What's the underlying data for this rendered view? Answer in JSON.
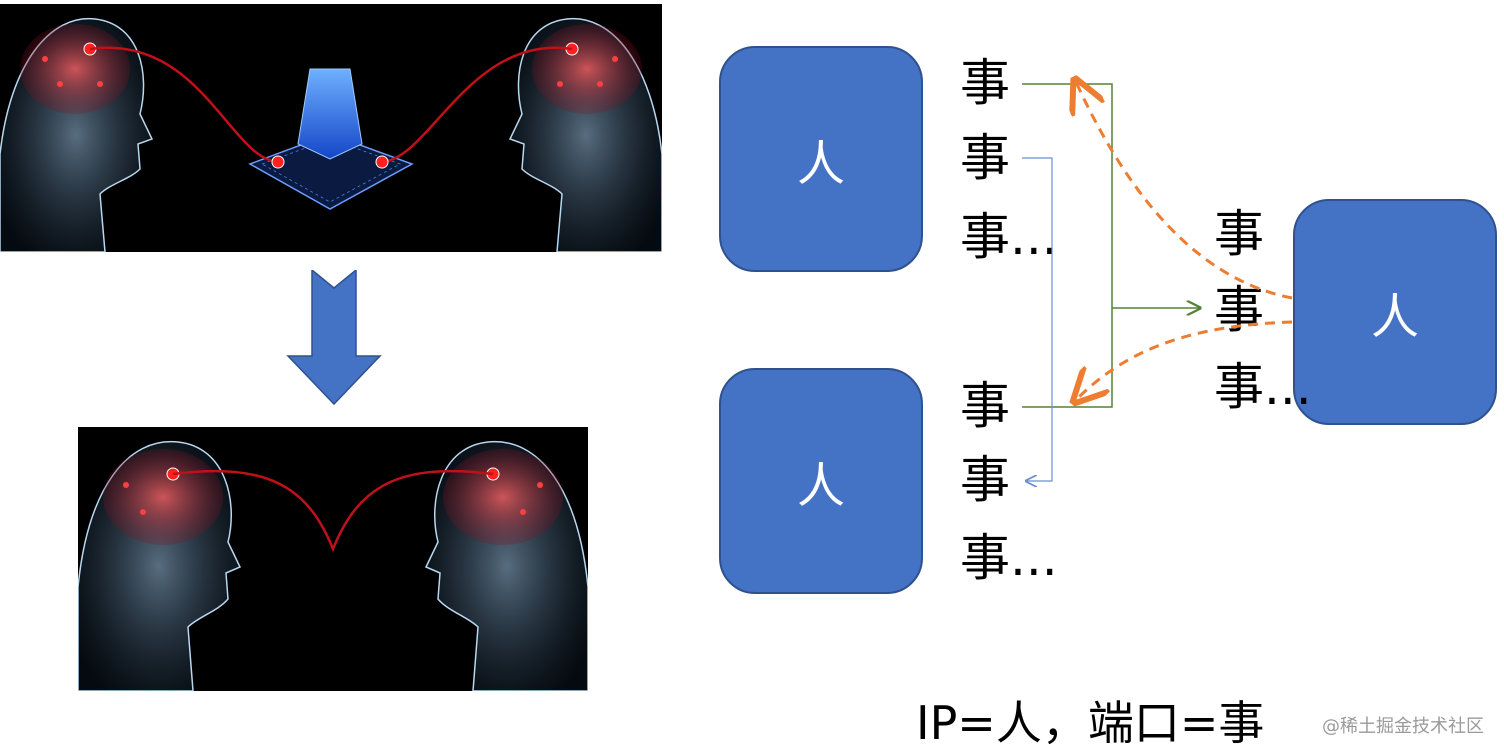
{
  "person_label": "人",
  "thing_label": "事",
  "ellipsis": "...",
  "left_group": {
    "things": [
      "事",
      "事",
      "事..."
    ]
  },
  "bottom_group": {
    "things": [
      "事",
      "事",
      "事..."
    ]
  },
  "right_group": {
    "things": [
      "事",
      "事",
      "事..."
    ]
  },
  "caption": "IP=人，端口=事",
  "watermark": "@稀土掘金技术社区",
  "colors": {
    "person_box": "#4472c4",
    "green_link": "#548235",
    "blue_link": "#6a8fd0",
    "orange_link": "#ed7d31",
    "neural_red": "#c0101a",
    "device_blue": "#2a6bff"
  }
}
